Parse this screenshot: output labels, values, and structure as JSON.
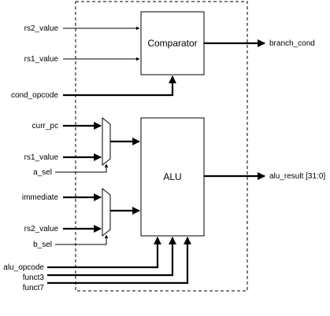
{
  "blocks": {
    "comparator": "Comparator",
    "alu": "ALU"
  },
  "inputs": {
    "comparator_rs2": "rs2_value",
    "comparator_rs1": "rs1_value",
    "cond_opcode": "cond_opcode",
    "mux_a_curr_pc": "curr_pc",
    "mux_a_rs1": "rs1_value",
    "a_sel": "a_sel",
    "mux_b_immediate": "immediate",
    "mux_b_rs2": "rs2_value",
    "b_sel": "b_sel",
    "alu_opcode": "alu_opcode",
    "funct3": "funct3",
    "funct7": "funct7"
  },
  "outputs": {
    "branch_cond": "branch_cond",
    "alu_result": "alu_result [31:0]"
  }
}
